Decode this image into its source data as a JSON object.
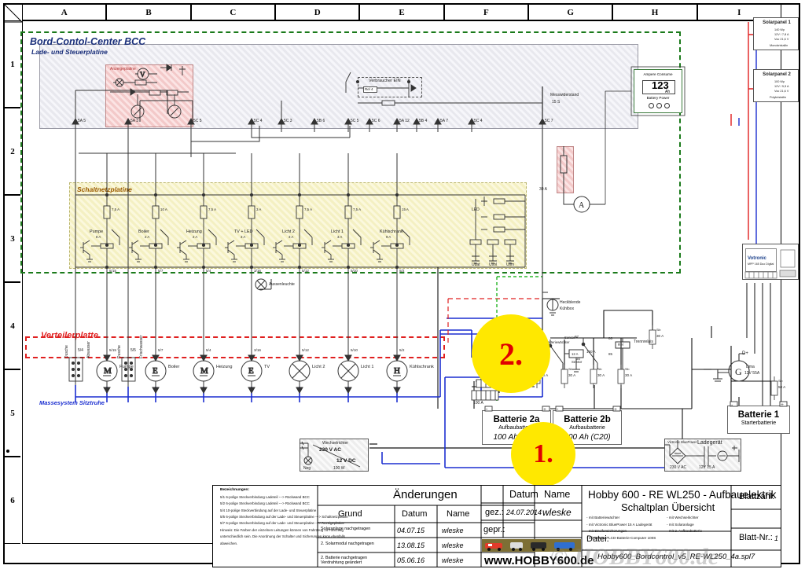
{
  "sheet": {
    "columns": [
      "A",
      "B",
      "C",
      "D",
      "E",
      "F",
      "G",
      "H",
      "I"
    ],
    "rows": [
      "1",
      "2",
      "3",
      "4",
      "5",
      "6"
    ]
  },
  "zones": {
    "bcc_title": "Bord-Contol-Center BCC",
    "bcc_subtitle": "Lade- und Steuerplatine",
    "schaltnetz": "Schaltnetzplatine",
    "verteilerplatte": "Verteilerplatte",
    "massesystem": "Massesystem Sitztruhe",
    "anzeigeplatine": "Anzeigeplatine"
  },
  "consumers": [
    {
      "sym": "M",
      "name": "Pumpe",
      "fuse": "5/15",
      "sw_label": "Pumpe",
      "sw_no": "8 A",
      "fuse_top": "7,5 A"
    },
    {
      "sym": "E",
      "name": "Boiler",
      "fuse": "5/7",
      "sw_label": "Boiler",
      "sw_no": "2 A",
      "fuse_top": "10 A"
    },
    {
      "sym": "M",
      "name": "Heizung",
      "fuse": "5/4",
      "sw_label": "Heizung",
      "sw_no": "2 A",
      "fuse_top": "7,5 A"
    },
    {
      "sym": "E",
      "name": "TV",
      "fuse": "3/16",
      "sw_label": "TV + LED",
      "sw_no": "3 A",
      "fuse_top": "3 A"
    },
    {
      "sym": "X",
      "name": "Licht 2",
      "fuse": "5/12",
      "sw_label": "Licht 2",
      "sw_no": "3 A",
      "fuse_top": "7,5 A"
    },
    {
      "sym": "X",
      "name": "Licht 1",
      "fuse": "5/10",
      "sw_label": "Licht 1",
      "sw_no": "3 A",
      "fuse_top": "7,5 A"
    },
    {
      "sym": "H",
      "name": "Kühlschrank",
      "fuse": "5/2",
      "sw_label": "Kühlschrank",
      "sw_no": "9 A",
      "fuse_top": "15 A"
    }
  ],
  "left_modules": [
    {
      "label_a": "Dusche",
      "label_b": "Abwasser",
      "fuse": "5/4"
    },
    {
      "label_a": "Dusche",
      "label_b": "Frischwasser",
      "fuse": "5/5"
    }
  ],
  "bcc_terminals": [
    "5A 5",
    "5A 3",
    "5C 5",
    "5C 4",
    "5C 3",
    "5B 6",
    "5C 5",
    "5C 6",
    "5A 12",
    "5B 4",
    "5A 7",
    "5C 4",
    "5C 7"
  ],
  "misc_labels": {
    "verbraucher_ein": "Verbraucher EIN",
    "relais4": "Rel 4",
    "mess_shunt": "Mess-Shunt",
    "shunt_rating": "100 A",
    "aussenleuchte": "Aussenleuchte",
    "messwiderstand": "Messwiderstand",
    "messwiderstand_val": "15 S",
    "heckblende": "Heckblende",
    "kuehlbox": "Kühlbox",
    "trennrelais": "Trennrelais",
    "relais": "Rel",
    "lima": "Lima",
    "lima_rating": "12V 55A",
    "d_plus": "D+",
    "sensor": "Sensor",
    "ladegeraet": "Ladegerät",
    "ladegeraet_in": "230 V AC",
    "ladegeraet_out": "12V 15 A",
    "wechselrichter": "Wechselrichter",
    "wr_in": "230 V AC",
    "wr_out": "12 V DC",
    "wr_rating": "100 W",
    "led": "LED",
    "ubat": "Ubat",
    "usolar": "Usol",
    "ulima": "Ulim",
    "a_meter": "A",
    "v_meter": "V",
    "fuse_30a": "30 A",
    "fuse_100a": "100 A",
    "fuse_50a": "50 A",
    "sicherung_typ": "Sib",
    "solarregler": "Votronic",
    "solarregler_sub": "MPP 165 Duo Digital",
    "battery_computer": "LCD-Batterie-Computer 100S",
    "battery_power": "Battery Power",
    "bc_value": "123",
    "bc_unit": "Ah",
    "bc_top": "Ampere Consume"
  },
  "solar": [
    {
      "title": "Solarpanel 1",
      "l1": "140 Wp",
      "l2": "12V / 7,8 A",
      "l3": "Voc 21,6 V",
      "l4": "Monokristallin"
    },
    {
      "title": "Solarpanel 2",
      "l1": "100 Wp",
      "l2": "12V / 5,5 A",
      "l3": "Voc 21,6 V",
      "l4": "Polykristallin"
    }
  ],
  "batteries": [
    {
      "name": "Batterie 2a",
      "type": "Aufbaubatterie",
      "cap": "100 Ah (C20)"
    },
    {
      "name": "Batterie 2b",
      "type": "Aufbaubatterie",
      "cap": "100 Ah (C20)"
    },
    {
      "name": "Batterie 1",
      "type": "Starterbatterie",
      "cap": ""
    }
  ],
  "markers": [
    {
      "label": "1."
    },
    {
      "label": "2."
    }
  ],
  "titleblock": {
    "legend_header": "Bezeichnungen:",
    "legend": [
      "5/1  6-polige Steckverbindung Ladeteil ---> Rückwand BCC",
      "5/2  6-polige Steckverbindung Ladeteil ---> Rückwand BCC",
      "5/4  10-polige Steckverbindung auf der Lade- und Steuerplatine",
      "5/5  6-polige Steckverbindung auf der Lade- und Steuerplatine ---> Schaltnetzplatine",
      "5/7  6-polige Steckverbindung auf der Lade- und Steuerplatine ---> Anzeigeplatine",
      "Hinweis: Die Farben der einzelnen Leitungen können von Fahrzeug zu Fahrzeug",
      "unterschiedlich sein. Die Anordnung der Schalter und Sicherungen kann ebenfalls",
      "abweichen."
    ],
    "aenderungen": "Änderungen",
    "col_grund": "Grund",
    "col_datum": "Datum",
    "col_name": "Name",
    "changes": [
      {
        "grund": "Solaranlage nachgetragen",
        "datum": "04.07.15",
        "name": "wleske"
      },
      {
        "grund": "2. Solarmodul nachgetragen",
        "datum": "13.08.15",
        "name": "wleske"
      },
      {
        "grund": "2. Batterie nachgetragen\nVerdrahtung geändert",
        "datum": "05.06.16",
        "name": "wleske"
      }
    ],
    "gez_label": "gez.:",
    "gepr_label": "gepr.:",
    "gez_datum": "24.07.2014",
    "gez_name": "wleske",
    "gepr_datum": "",
    "gepr_name": "",
    "url": "www.HOBBY600.de",
    "main_title": "Hobby 600 - RE WL250 - Aufbauelektrik",
    "sub_title": "Schaltplan Übersicht",
    "features_left": [
      "- mit Batteriewächter",
      "- mit Victronic BluePower 15 A Ladegerät",
      "- mit Streifensicherungen",
      "- mit Votronic LCD-Batterie-Computer 100S"
    ],
    "features_right": [
      "- mit Wechselrichter",
      "- mit Solaranlage",
      "- mit 2. Aufbaubatterie"
    ],
    "datei_label": "Datei:",
    "datei_value": "Hobby600_Bordcontrol_v5_RE-WL250_4a.spl7",
    "blattzahl_label": "Blattzahl:",
    "blattzahl_value": "",
    "blattnr_label": "Blatt-Nr.:",
    "blattnr_value": "1",
    "watermark": "© HOBBY600.de"
  },
  "colors": {
    "red": "#e02020",
    "blue": "#1c2fd0",
    "green": "#1a7a1a",
    "yellow": "#ffe800",
    "black": "#000000"
  }
}
